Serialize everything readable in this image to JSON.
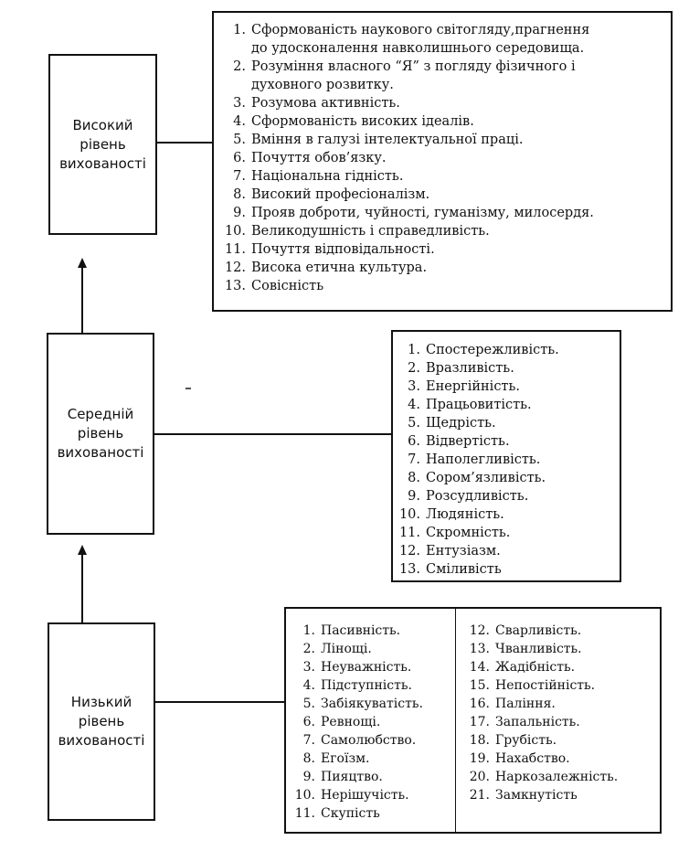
{
  "levels": {
    "high": {
      "label_lines": [
        "Високий",
        "рівень",
        "вихованості"
      ],
      "qualities": [
        {
          "num": "1.",
          "lines": [
            "Сформованість наукового світогляду,прагнення",
            "до удосконалення навколишнього середовища."
          ]
        },
        {
          "num": "2.",
          "lines": [
            "Розуміння власного “Я” з погляду фізичного і",
            "духовного розвитку."
          ]
        },
        {
          "num": "3.",
          "lines": [
            "Розумова активність."
          ]
        },
        {
          "num": "4.",
          "lines": [
            "Сформованість високих ідеалів."
          ]
        },
        {
          "num": "5.",
          "lines": [
            "Вміння в галузі інтелектуальної праці."
          ]
        },
        {
          "num": "6.",
          "lines": [
            "Почуття обов’язку."
          ]
        },
        {
          "num": "7.",
          "lines": [
            "Національна гідність."
          ]
        },
        {
          "num": "8.",
          "lines": [
            "Високий професіоналізм."
          ]
        },
        {
          "num": "9.",
          "lines": [
            "Прояв доброти, чуйності, гуманізму, милосердя."
          ]
        },
        {
          "num": "10.",
          "lines": [
            "Великодушність і справедливість."
          ]
        },
        {
          "num": "11.",
          "lines": [
            "Почуття відповідальності."
          ]
        },
        {
          "num": "12.",
          "lines": [
            "Висока етична культура."
          ]
        },
        {
          "num": "13.",
          "lines": [
            "Совісність"
          ]
        }
      ]
    },
    "medium": {
      "label_lines": [
        "Середній",
        "рівень",
        "вихованості"
      ],
      "qualities": [
        {
          "num": "1.",
          "text": "Спостережливість."
        },
        {
          "num": "2.",
          "text": "Вразливість."
        },
        {
          "num": "3.",
          "text": "Енергійність."
        },
        {
          "num": "4.",
          "text": "Працьовитість."
        },
        {
          "num": "5.",
          "text": "Щедрість."
        },
        {
          "num": "6.",
          "text": "Відвертість."
        },
        {
          "num": "7.",
          "text": "Наполегливість."
        },
        {
          "num": "8.",
          "text": "Сором’язливість."
        },
        {
          "num": "9.",
          "text": "Розсудливість."
        },
        {
          "num": "10.",
          "text": "Людяність."
        },
        {
          "num": "11.",
          "text": "Скромність."
        },
        {
          "num": "12.",
          "text": "Ентузіазм."
        },
        {
          "num": "13.",
          "text": "Сміливість"
        }
      ]
    },
    "low": {
      "label_lines": [
        "Низький",
        "рівень",
        "вихованості"
      ],
      "qualities_left": [
        {
          "num": "1.",
          "text": "Пасивність."
        },
        {
          "num": "2.",
          "text": "Лінощі."
        },
        {
          "num": "3.",
          "text": "Неуважність."
        },
        {
          "num": "4.",
          "text": "Підступність."
        },
        {
          "num": "5.",
          "text": "Забіякуватість."
        },
        {
          "num": "6.",
          "text": "Ревнощі."
        },
        {
          "num": "7.",
          "text": "Самолюбство."
        },
        {
          "num": "8.",
          "text": "Егоїзм."
        },
        {
          "num": "9.",
          "text": "Пияцтво."
        },
        {
          "num": "10.",
          "text": "Нерішучість."
        },
        {
          "num": "11.",
          "text": "Скупість"
        }
      ],
      "qualities_right": [
        {
          "num": "12.",
          "text": "Сварливість."
        },
        {
          "num": "13.",
          "text": "Чванливість."
        },
        {
          "num": "14.",
          "text": "Жадібність."
        },
        {
          "num": "15.",
          "text": "Непостійність."
        },
        {
          "num": "16.",
          "text": "Паління."
        },
        {
          "num": "17.",
          "text": "Запальність."
        },
        {
          "num": "18.",
          "text": "Грубість."
        },
        {
          "num": "19.",
          "text": "Нахабство."
        },
        {
          "num": "20.",
          "text": "Наркозалежність."
        },
        {
          "num": "21.",
          "text": "Замкнутість"
        }
      ]
    }
  }
}
